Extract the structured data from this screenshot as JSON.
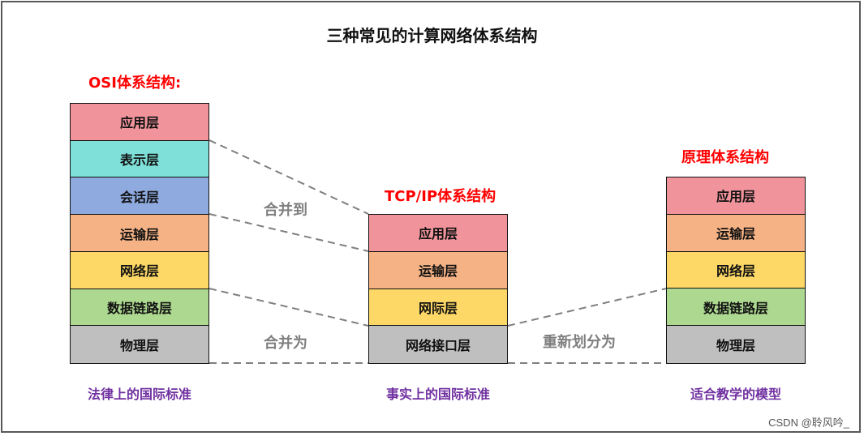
{
  "title": "三种常见的计算网络体系结构",
  "colors": {
    "application": "#f0939b",
    "presentation": "#7ee0d8",
    "session": "#8eaadf",
    "transport": "#f5b285",
    "network": "#fdd866",
    "datalink": "#acd88f",
    "physical": "#bfbfbf",
    "stack_title": "#ff0000",
    "caption": "#7030a0",
    "connector": "#7f7f7f"
  },
  "osi": {
    "title": "OSI体系结构:",
    "layers": [
      {
        "label": "应用层",
        "color": "#f0939b"
      },
      {
        "label": "表示层",
        "color": "#7ee0d8"
      },
      {
        "label": "会话层",
        "color": "#8eaadf"
      },
      {
        "label": "运输层",
        "color": "#f5b285"
      },
      {
        "label": "网络层",
        "color": "#fdd866"
      },
      {
        "label": "数据链路层",
        "color": "#acd88f"
      },
      {
        "label": "物理层",
        "color": "#bfbfbf"
      }
    ],
    "caption": "法律上的国际标准"
  },
  "tcpip": {
    "title": "TCP/IP体系结构",
    "layers": [
      {
        "label": "应用层",
        "color": "#f0939b"
      },
      {
        "label": "运输层",
        "color": "#f5b285"
      },
      {
        "label": "网际层",
        "color": "#fdd866"
      },
      {
        "label": "网络接口层",
        "color": "#bfbfbf"
      }
    ],
    "caption": "事实上的国际标准"
  },
  "principle": {
    "title": "原理体系结构",
    "layers": [
      {
        "label": "应用层",
        "color": "#f0939b"
      },
      {
        "label": "运输层",
        "color": "#f5b285"
      },
      {
        "label": "网络层",
        "color": "#fdd866"
      },
      {
        "label": "数据链路层",
        "color": "#acd88f"
      },
      {
        "label": "物理层",
        "color": "#bfbfbf"
      }
    ],
    "caption": "适合教学的模型"
  },
  "connectors": {
    "merge_into": "合并到",
    "merge_as": "合并为",
    "redivide_as": "重新划分为"
  },
  "watermark": "CSDN @聆风吟_"
}
